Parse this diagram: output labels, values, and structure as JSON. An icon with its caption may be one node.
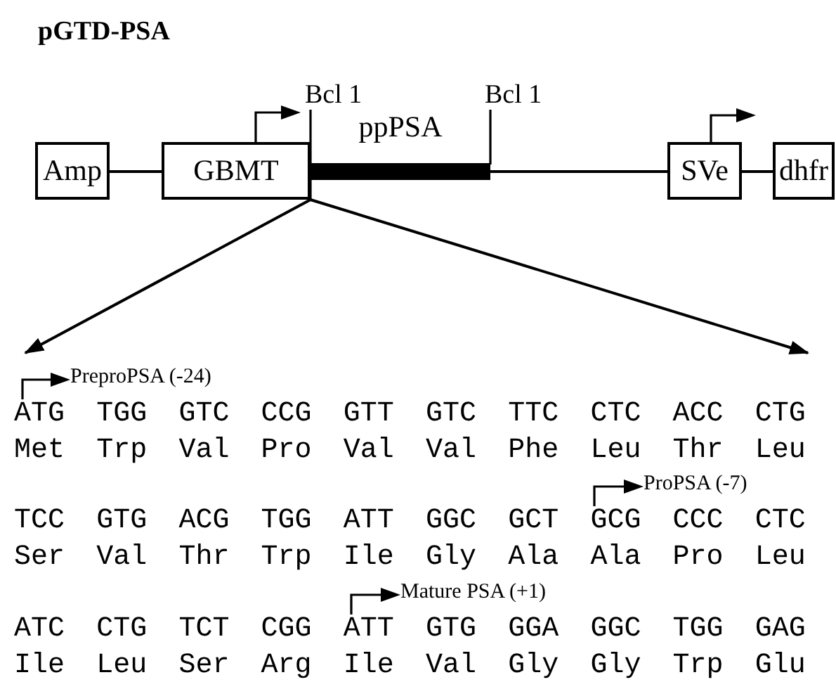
{
  "diagram": {
    "title": "pGTD-PSA",
    "nodes": [
      {
        "text": [
          "Amp"
        ]
      },
      {
        "text": [
          "GBMT"
        ]
      },
      {
        "text": [
          "ppPSA"
        ]
      },
      {
        "text": [
          "SVe"
        ]
      },
      {
        "text": [
          "dhfr"
        ]
      }
    ],
    "edges": [
      {
        "from": 0,
        "to": 1,
        "arrow": "none"
      },
      {
        "from": 2,
        "to": 3,
        "arrow": "none"
      },
      {
        "from": 3,
        "to": 4,
        "arrow": "none"
      },
      {
        "from": 1,
        "to": null,
        "arrow": "to"
      },
      {
        "from": 1,
        "to": null,
        "arrow": "to"
      }
    ],
    "labels": [
      "Bcl 1",
      "Bcl 1",
      "PreproPSA (-24)",
      "ATG",
      "TGG",
      "GTC",
      "CCG",
      "GTT",
      "GTC",
      "TTC",
      "CTC",
      "ACC",
      "CTG",
      "Met",
      "Trp",
      "Val",
      "Pro",
      "Val",
      "Val",
      "Phe",
      "Leu",
      "Thr",
      "Leu",
      "ProPSA (-7)",
      "TCC",
      "GTG",
      "ACG",
      "TGG",
      "ATT",
      "GGC",
      "GCT",
      "GCG",
      "CCC",
      "CTC",
      "Ser",
      "Val",
      "Thr",
      "Trp",
      "Ile",
      "Gly",
      "Ala",
      "Ala",
      "Pro",
      "Leu",
      "Mature PSA (+1)",
      "ATC",
      "CTG",
      "TCT",
      "CGG",
      "ATT",
      "GTG",
      "GGA",
      "GGC",
      "TGG",
      "GAG",
      "Ile",
      "Leu",
      "Ser",
      "Arg",
      "Ile",
      "Val",
      "Gly",
      "Gly",
      "Trp",
      "Glu"
    ]
  }
}
